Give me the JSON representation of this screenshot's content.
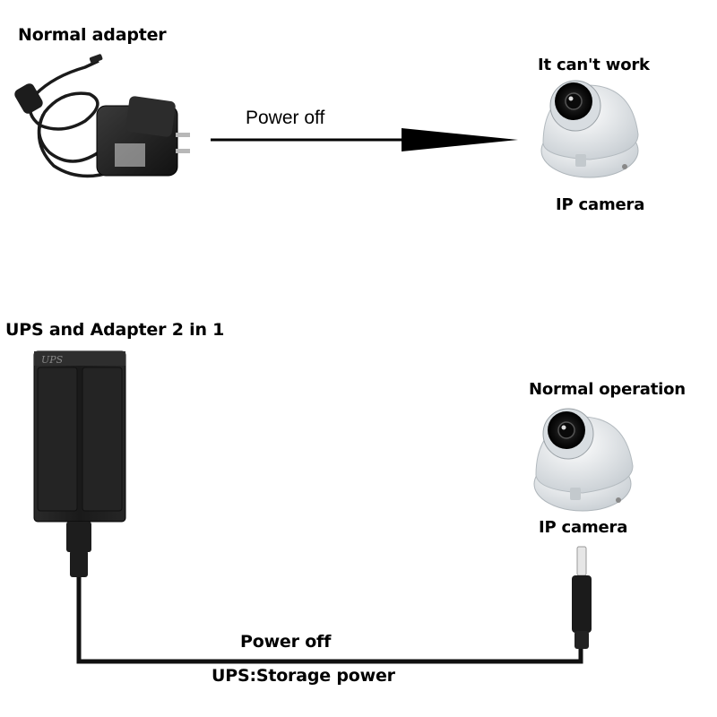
{
  "top_section": {
    "adapter_label": "Normal adapter",
    "arrow_label": "Power off",
    "camera_status": "It can't work",
    "camera_label": "IP camera",
    "adapter_plug_icon": "wall-plug-adapter",
    "camera_icon": "dome-camera"
  },
  "bottom_section": {
    "adapter_label": "UPS and Adapter 2 in 1",
    "adapter_brand": "UPS",
    "camera_status": "Normal operation",
    "camera_label": "IP camera",
    "cable_label": "Power off",
    "cable_sublabel": "UPS:Storage power",
    "ups_icon": "ups-power-brick",
    "camera_icon": "dome-camera",
    "plug_icon": "dc-barrel-plug"
  },
  "colors": {
    "device_dark": "#1e1e1e",
    "camera_body": "#e8ecef",
    "arrow": "#000000"
  }
}
